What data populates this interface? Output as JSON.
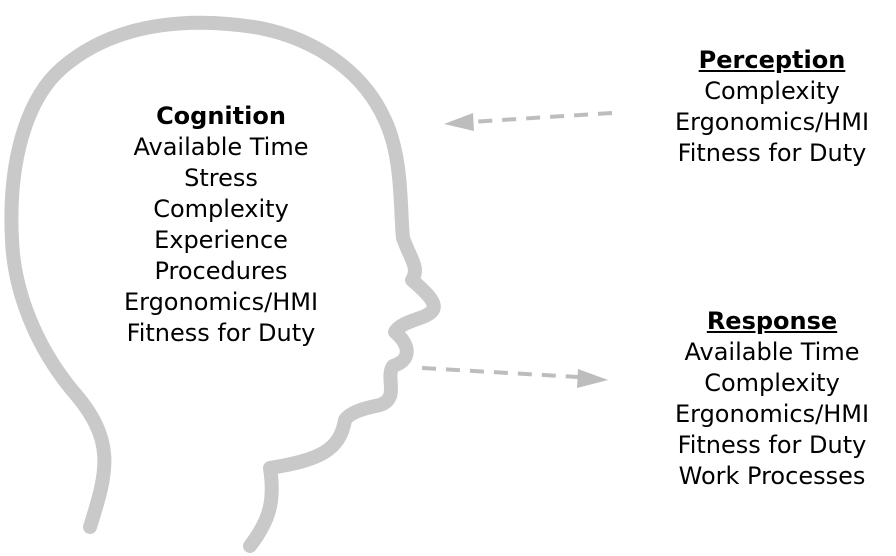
{
  "colors": {
    "head_outline": "#c9c9c9",
    "arrow": "#bdbdbd",
    "text": "#000000"
  },
  "cognition": {
    "heading": "Cognition",
    "items": [
      "Available Time",
      "Stress",
      "Complexity",
      "Experience",
      "Procedures",
      "Ergonomics/HMI",
      "Fitness for Duty"
    ]
  },
  "perception": {
    "heading": "Perception",
    "items": [
      "Complexity",
      "Ergonomics/HMI",
      "Fitness for Duty"
    ]
  },
  "response": {
    "heading": "Response",
    "items": [
      "Available Time",
      "Complexity",
      "Ergonomics/HMI",
      "Fitness for Duty",
      "Work Processes"
    ]
  }
}
